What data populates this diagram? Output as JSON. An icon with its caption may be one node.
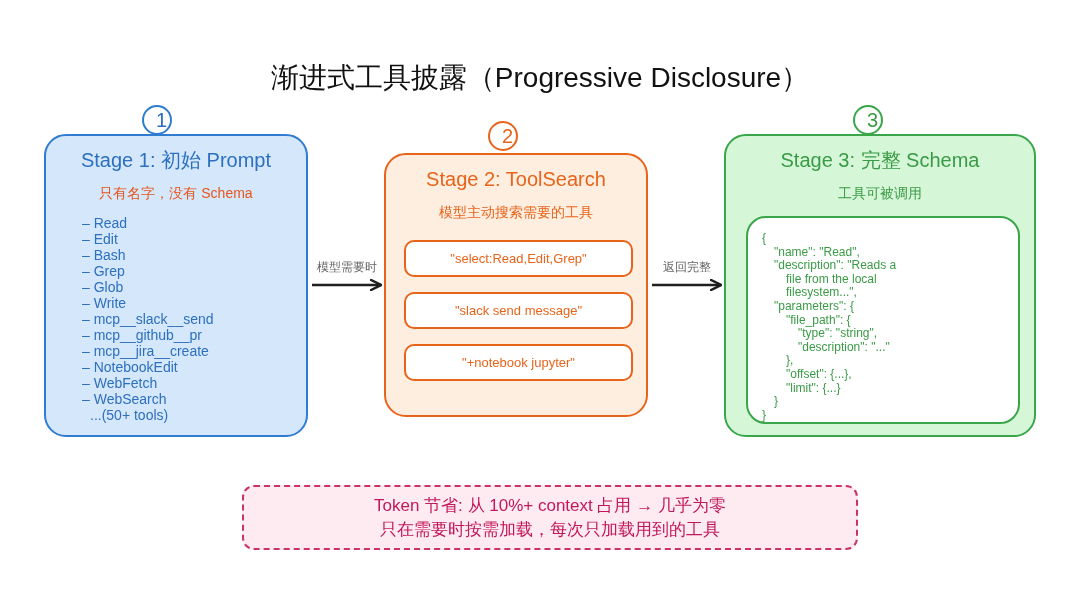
{
  "diagram": {
    "title": "渐进式工具披露（Progressive Disclosure）",
    "nodes": [
      {
        "text": [
          "1"
        ]
      },
      {
        "text": [
          "Stage 1: 初始 Prompt",
          "只有名字，没有 Schema",
          "– Read",
          "– Edit",
          "– Bash",
          "– Grep",
          "– Glob",
          "– Write",
          "– mcp__slack__send",
          "– mcp__github__pr",
          "– mcp__jira__create",
          "– NotebookEdit",
          "– WebFetch",
          "– WebSearch",
          "...(50+ tools)"
        ]
      },
      {
        "text": [
          "2"
        ]
      },
      {
        "text": [
          "Stage 2: ToolSearch",
          "模型主动搜索需要的工具"
        ]
      },
      {
        "text": [
          "\"select:Read,Edit,Grep\""
        ],
        "in": 3
      },
      {
        "text": [
          "\"slack send message\""
        ],
        "in": 3
      },
      {
        "text": [
          "\"+notebook jupyter\""
        ],
        "in": 3
      },
      {
        "text": [
          "3"
        ]
      },
      {
        "text": [
          "Stage 3: 完整 Schema",
          "工具可被调用"
        ]
      },
      {
        "text": [
          "{",
          "\"name\": \"Read\",",
          "\"description\": \"Reads a",
          "file from the local",
          "filesystem...\",",
          "\"parameters\": {",
          "\"file_path\": {",
          "\"type\": \"string\",",
          "\"description\": \"...\"",
          "},",
          "\"offset\": {...},",
          "\"limit\": {...}",
          "}",
          "}"
        ],
        "in": 8
      },
      {
        "text": [
          "Token 节省: 从 10%+ context 占用 → 几乎为零",
          "只在需要时按需加载，每次只加载用到的工具"
        ]
      }
    ],
    "edges": [
      {
        "from": 1,
        "to": 3,
        "arrow": "to",
        "label": "模型需要时"
      },
      {
        "from": 3,
        "to": 8,
        "arrow": "to",
        "label": "返回完整"
      }
    ]
  }
}
